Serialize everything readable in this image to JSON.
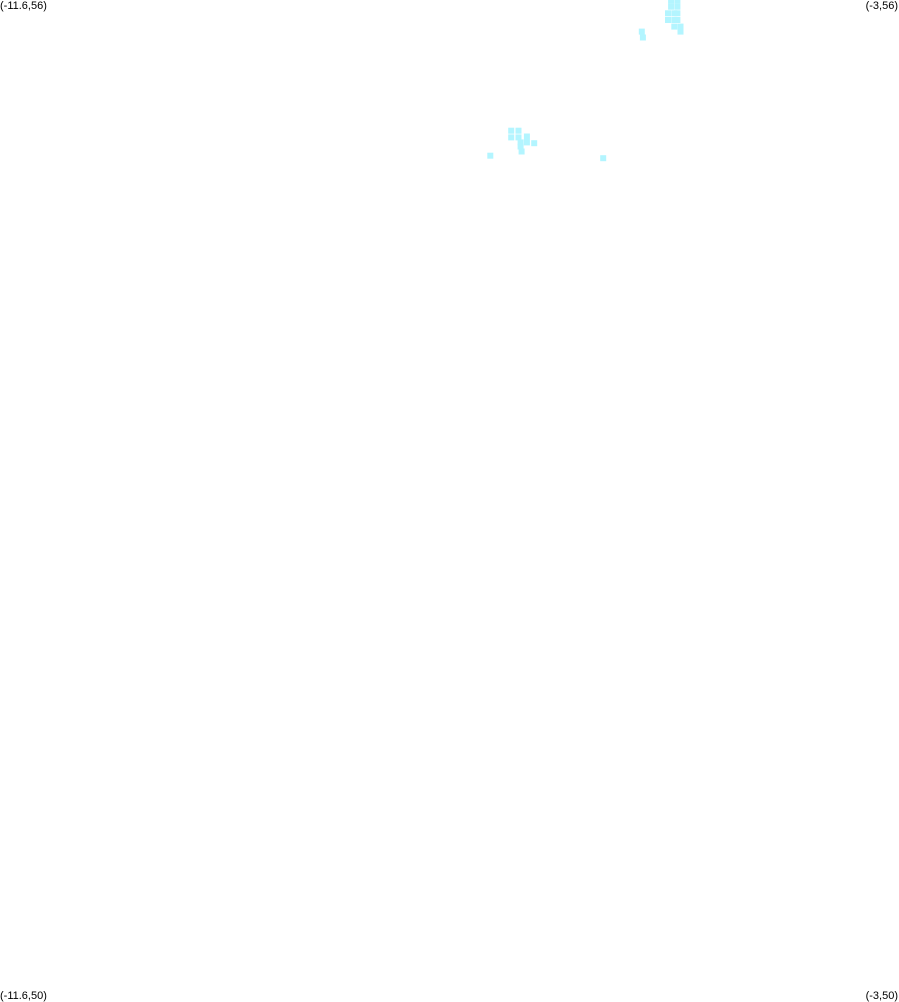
{
  "corners": {
    "top_left": "(-11.6,56)",
    "top_right": "(-3,56)",
    "bottom_left": "(-11.6,50)",
    "bottom_right": "(-3,50)"
  },
  "extent": {
    "lon_min": -11.6,
    "lon_max": -3,
    "lat_min": 50,
    "lat_max": 56
  },
  "marker_color": "#b3f5ff",
  "chart_data": {
    "type": "scatter",
    "xlabel": "",
    "ylabel": "",
    "xlim": [
      -11.6,
      -3
    ],
    "ylim": [
      50,
      56
    ],
    "grid": false,
    "series": [
      {
        "x": [
          -5.18,
          -5.12,
          -5.18,
          -5.12,
          -5.21,
          -5.15,
          -5.12,
          -5.21,
          -5.15,
          -5.12,
          -5.15,
          -5.09,
          -5.09,
          -5.46,
          -5.45,
          -6.71,
          -6.64,
          -6.71,
          -6.64,
          -6.56,
          -6.62,
          -6.56,
          -6.62,
          -6.61,
          -6.49,
          -6.91,
          -5.83
        ],
        "y": [
          55.995,
          55.995,
          55.96,
          55.96,
          55.92,
          55.92,
          55.92,
          55.88,
          55.88,
          55.88,
          55.84,
          55.84,
          55.81,
          55.81,
          55.775,
          55.215,
          55.215,
          55.175,
          55.175,
          55.18,
          55.145,
          55.145,
          55.12,
          55.09,
          55.14,
          55.065,
          55.05
        ]
      }
    ]
  }
}
